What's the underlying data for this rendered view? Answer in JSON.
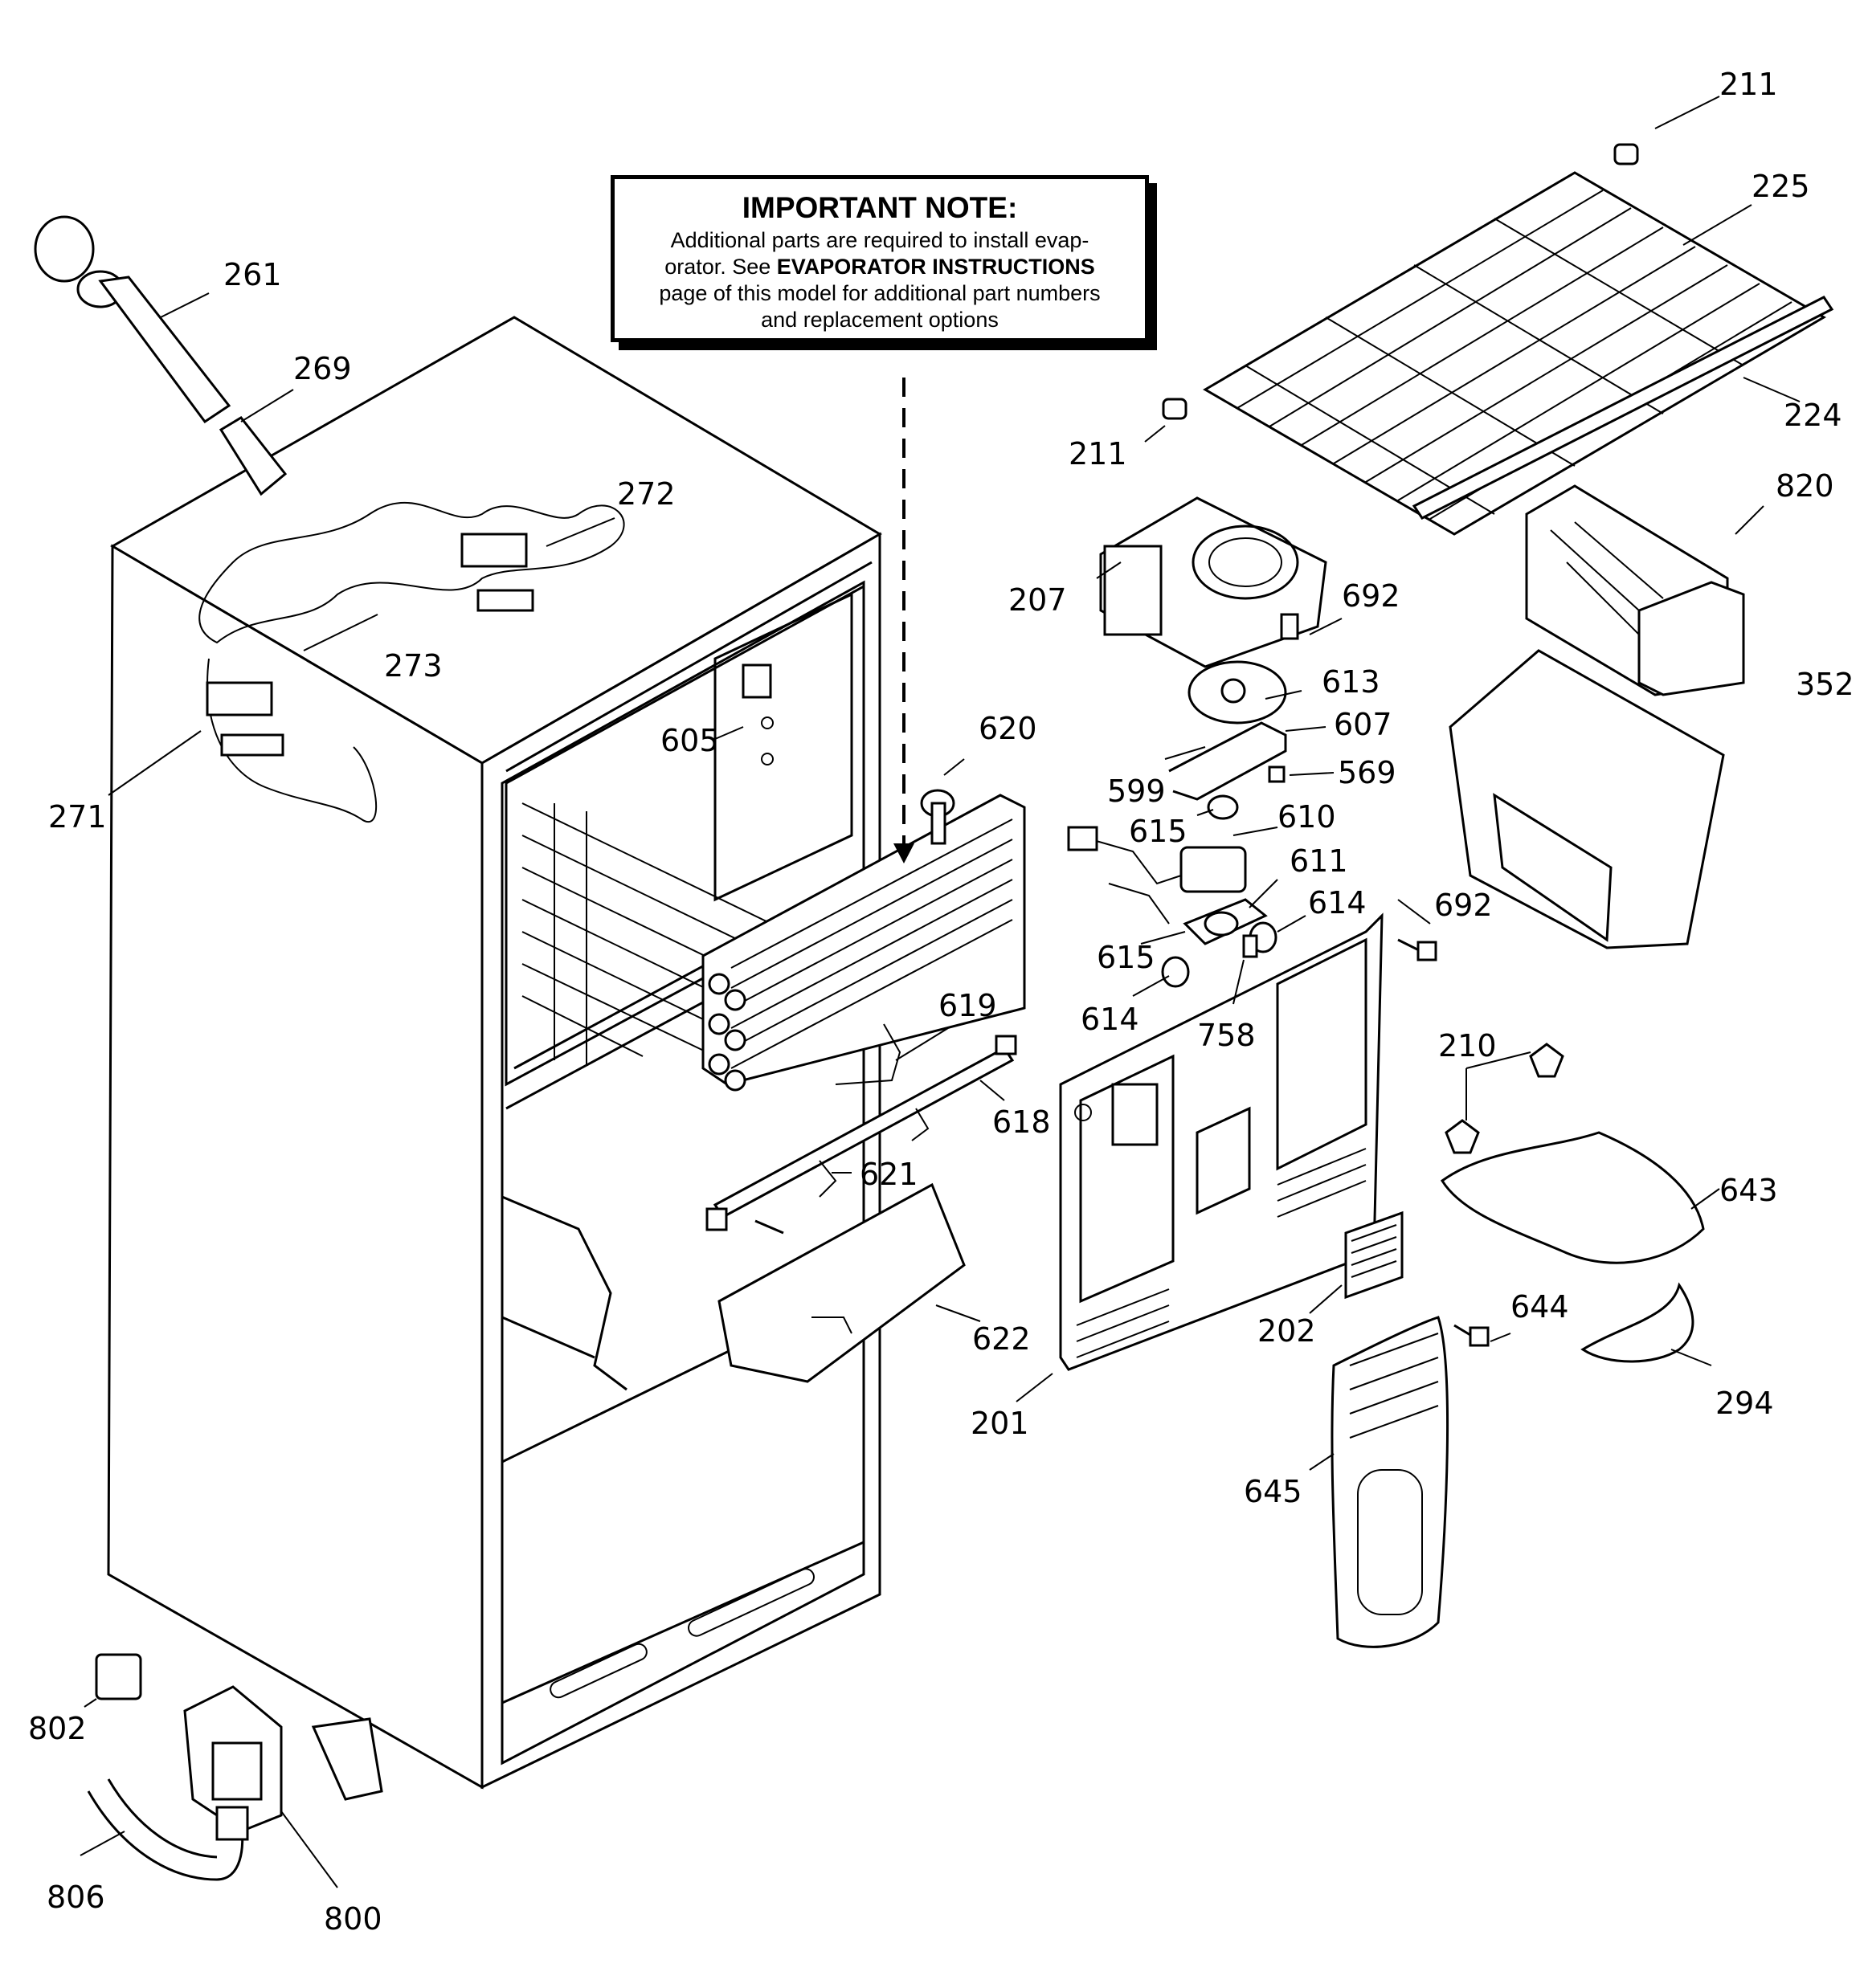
{
  "note": {
    "title": "IMPORTANT NOTE:",
    "line1": "Additional parts are required to install evap-",
    "line2a": "orator.  See ",
    "line2b": "EVAPORATOR INSTRUCTIONS",
    "line3": "page of this model for additional part numbers",
    "line4": "and replacement options"
  },
  "labels": {
    "p211a": "211",
    "p225": "225",
    "p224": "224",
    "p211b": "211",
    "p820": "820",
    "p261": "261",
    "p269": "269",
    "p272": "272",
    "p273": "273",
    "p271": "271",
    "p207": "207",
    "p692a": "692",
    "p613": "613",
    "p607": "607",
    "p599": "599",
    "p569": "569",
    "p615a": "615",
    "p610": "610",
    "p611": "611",
    "p614a": "614",
    "p615b": "615",
    "p614b": "614",
    "p758": "758",
    "p692b": "692",
    "p352": "352",
    "p605": "605",
    "p620": "620",
    "p619": "619",
    "p618": "618",
    "p621": "621",
    "p622": "622",
    "p201": "201",
    "p202": "202",
    "p210": "210",
    "p643": "643",
    "p644": "644",
    "p294": "294",
    "p645": "645",
    "p802": "802",
    "p806": "806",
    "p800": "800"
  }
}
